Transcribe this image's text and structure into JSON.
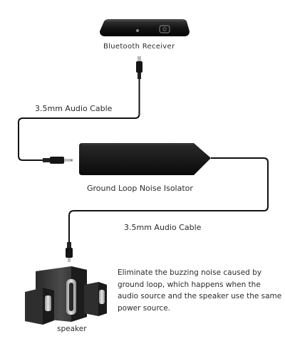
{
  "labels": {
    "receiver": "Bluetooth Receiver",
    "cable_top": "3.5mm Audio Cable",
    "isolator": "Ground Loop Noise Isolator",
    "cable_bottom": "3.5mm Audio Cable",
    "speaker": "speaker"
  },
  "description": "Eliminate the buzzing noise caused by ground loop, which happens when the audio source and the speaker use the same power source.",
  "colors": {
    "cable": "#111111",
    "device": "#1a1a1a",
    "text": "#2b2b2b",
    "speaker_wood": "#3a3a3a"
  },
  "icons": {
    "receiver_logo": "bluetooth-icon",
    "receiver_button": "power-button-icon"
  }
}
